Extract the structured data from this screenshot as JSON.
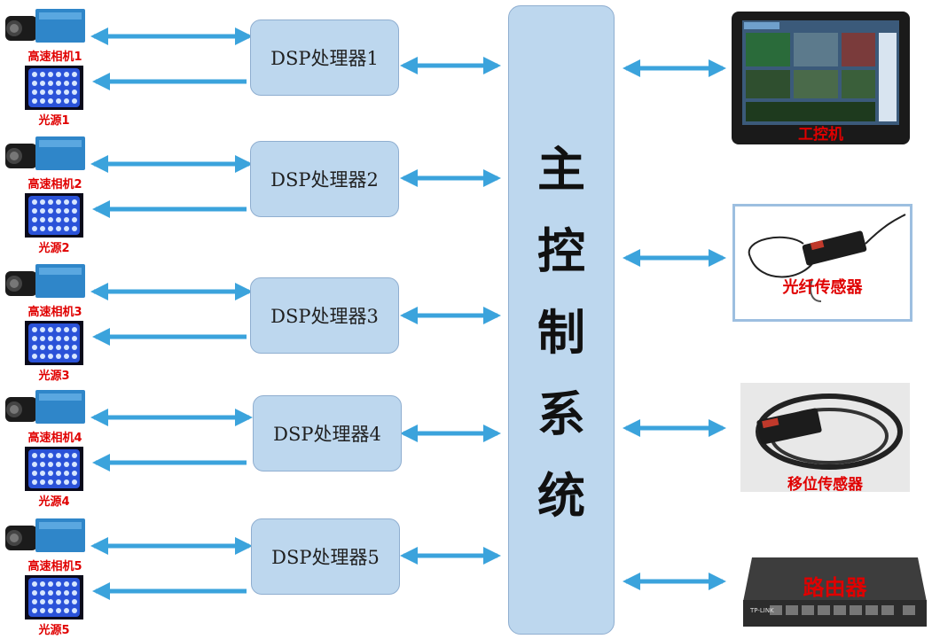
{
  "main_system": {
    "chars": [
      "主",
      "控",
      "制",
      "系",
      "统"
    ]
  },
  "units": [
    {
      "camera": "高速相机1",
      "light": "光源1",
      "dsp": "DSP处理器1"
    },
    {
      "camera": "高速相机2",
      "light": "光源2",
      "dsp": "DSP处理器2"
    },
    {
      "camera": "高速相机3",
      "light": "光源3",
      "dsp": "DSP处理器3"
    },
    {
      "camera": "高速相机4",
      "light": "光源4",
      "dsp": "DSP处理器4"
    },
    {
      "camera": "高速相机5",
      "light": "光源5",
      "dsp": "DSP处理器5"
    }
  ],
  "devices": [
    {
      "label": "工控机"
    },
    {
      "label": "光纤传感器"
    },
    {
      "label": "移位传感器"
    },
    {
      "label": "路由器"
    }
  ],
  "router_brand": "TP-LINK",
  "colors": {
    "arrow": "#3ba3dc",
    "box": "#bdd7ee",
    "label": "#e00000"
  }
}
